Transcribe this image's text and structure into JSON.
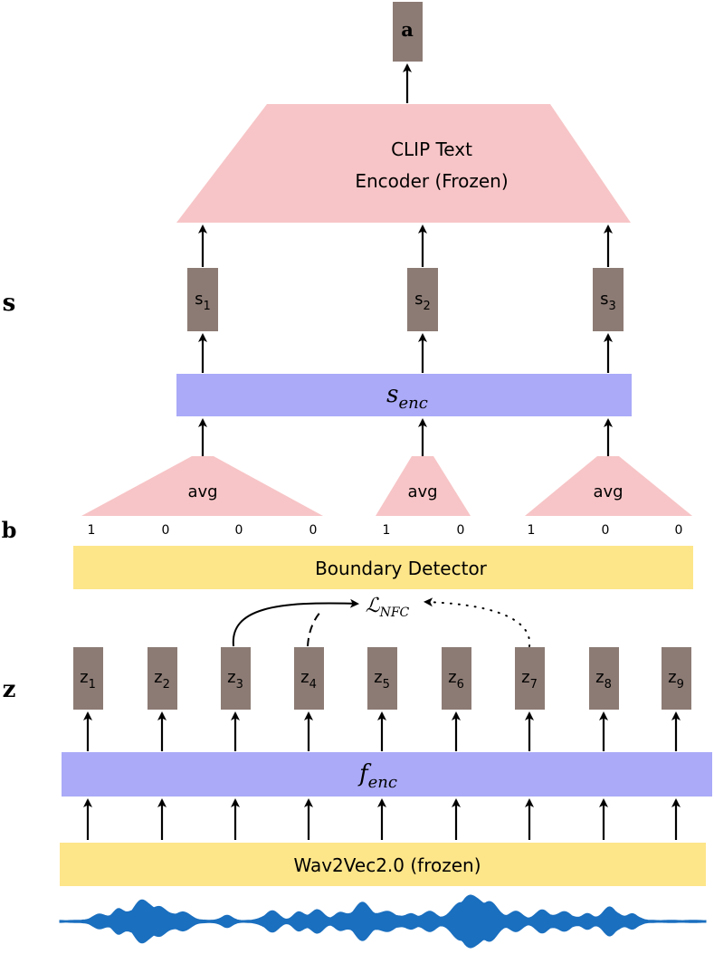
{
  "output": {
    "label": "a"
  },
  "clip": {
    "line1": "CLIP Text",
    "line2": "Encoder (Frozen)"
  },
  "row_labels": {
    "s": "s",
    "b": "b",
    "z": "z"
  },
  "segments": [
    {
      "base": "s",
      "sub": "1"
    },
    {
      "base": "s",
      "sub": "2"
    },
    {
      "base": "s",
      "sub": "3"
    }
  ],
  "s_enc": {
    "base": "s",
    "sub": "enc"
  },
  "avg_label": "avg",
  "boundaries": [
    "1",
    "0",
    "0",
    "0",
    "1",
    "0",
    "1",
    "0",
    "0"
  ],
  "boundary_detector": "Boundary Detector",
  "loss": {
    "base": "ℒ",
    "sub": "NFC"
  },
  "frames": [
    {
      "base": "z",
      "sub": "1"
    },
    {
      "base": "z",
      "sub": "2"
    },
    {
      "base": "z",
      "sub": "3"
    },
    {
      "base": "z",
      "sub": "4"
    },
    {
      "base": "z",
      "sub": "5"
    },
    {
      "base": "z",
      "sub": "6"
    },
    {
      "base": "z",
      "sub": "7"
    },
    {
      "base": "z",
      "sub": "8"
    },
    {
      "base": "z",
      "sub": "9"
    }
  ],
  "f_enc": {
    "base": "f",
    "sub": "enc"
  },
  "wav2vec": "Wav2Vec2.0 (frozen)",
  "colors": {
    "token_box": "#8c7b74",
    "clip_trapezoid": "#f7c5c7",
    "encoder_bar": "#aaaaf8",
    "yellow_bar": "#fde58a",
    "waveform": "#1a6fbf"
  }
}
